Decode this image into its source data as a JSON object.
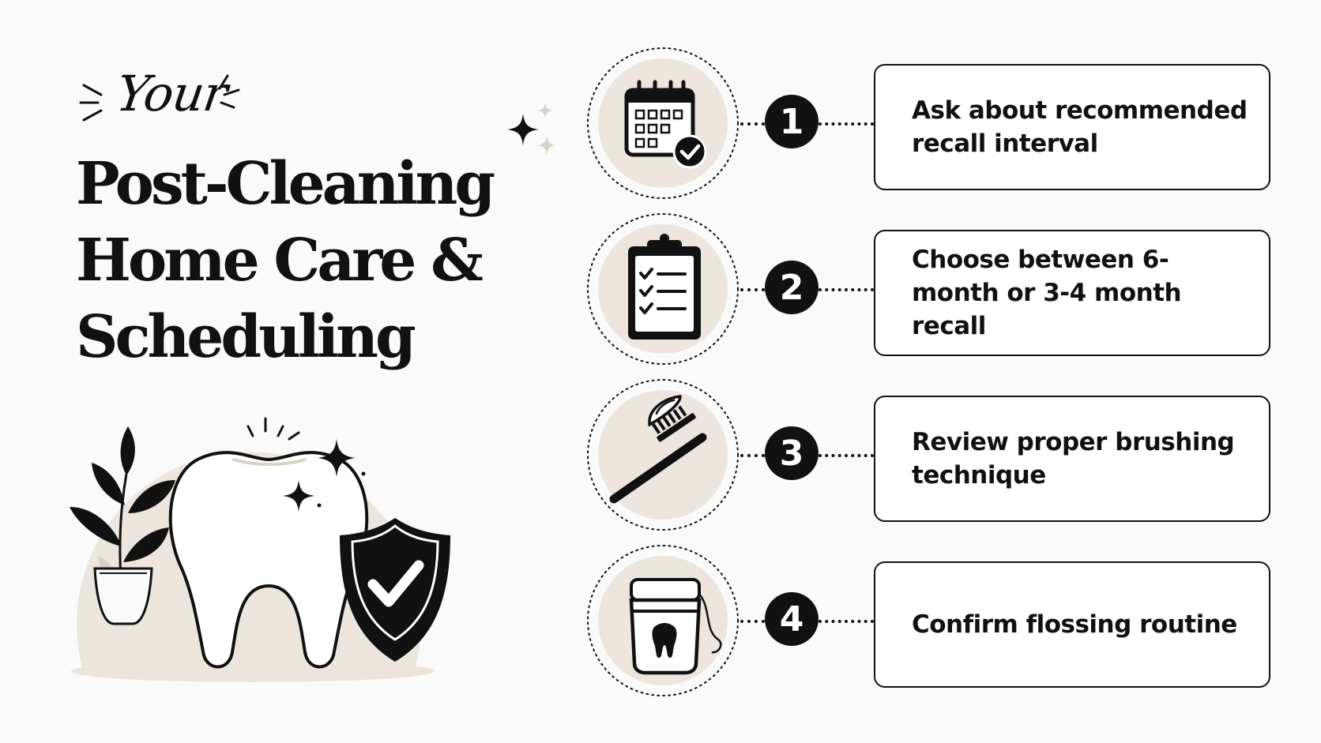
{
  "header": {
    "script_word": "Your",
    "title_lines": [
      "Post-Cleaning",
      "Home Care &",
      "Scheduling"
    ]
  },
  "steps": [
    {
      "number": "1",
      "text": "Ask about recommended recall interval",
      "icon": "calendar-check-icon"
    },
    {
      "number": "2",
      "text": "Choose between 6-month or 3-4 month recall",
      "icon": "clipboard-checklist-icon"
    },
    {
      "number": "3",
      "text": "Review proper brushing technique",
      "icon": "toothbrush-icon"
    },
    {
      "number": "4",
      "text": "Confirm flossing routine",
      "icon": "floss-container-icon"
    }
  ],
  "colors": {
    "ink": "#111111",
    "beige": "#ece6de",
    "background": "#fafafa",
    "sparkle_light": "#d9d2c8"
  }
}
